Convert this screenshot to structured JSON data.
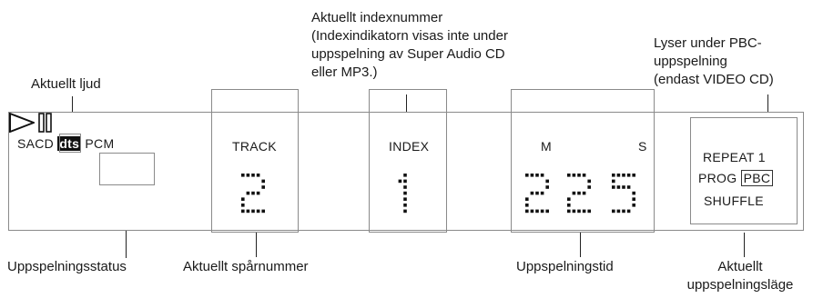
{
  "annotations": {
    "index_lines": [
      "Aktuellt indexnummer",
      "(Indexindikatorn visas inte under",
      "uppspelning av Super Audio CD",
      "eller MP3.)"
    ],
    "pbc_lines": [
      "Lyser under PBC-",
      "uppspelning",
      "(endast VIDEO CD)"
    ],
    "current_sound": "Aktuellt ljud",
    "playback_status": "Uppspelningsstatus",
    "current_track": "Aktuellt spårnummer",
    "playback_time": "Uppspelningstid",
    "current_mode_lines": [
      "Aktuellt",
      "uppspelningsläge"
    ]
  },
  "display": {
    "sacd": "SACD",
    "dts": "dts",
    "pcm": "PCM",
    "track_label": "TRACK",
    "track_value": "2",
    "index_label": "INDEX",
    "index_value": "1",
    "min_label": "M",
    "sec_label": "S",
    "time_digits": [
      "2",
      "2",
      "5"
    ],
    "repeat": "REPEAT",
    "repeat_num": "1",
    "prog": "PROG",
    "pbc": "PBC",
    "shuffle": "SHUFFLE"
  }
}
